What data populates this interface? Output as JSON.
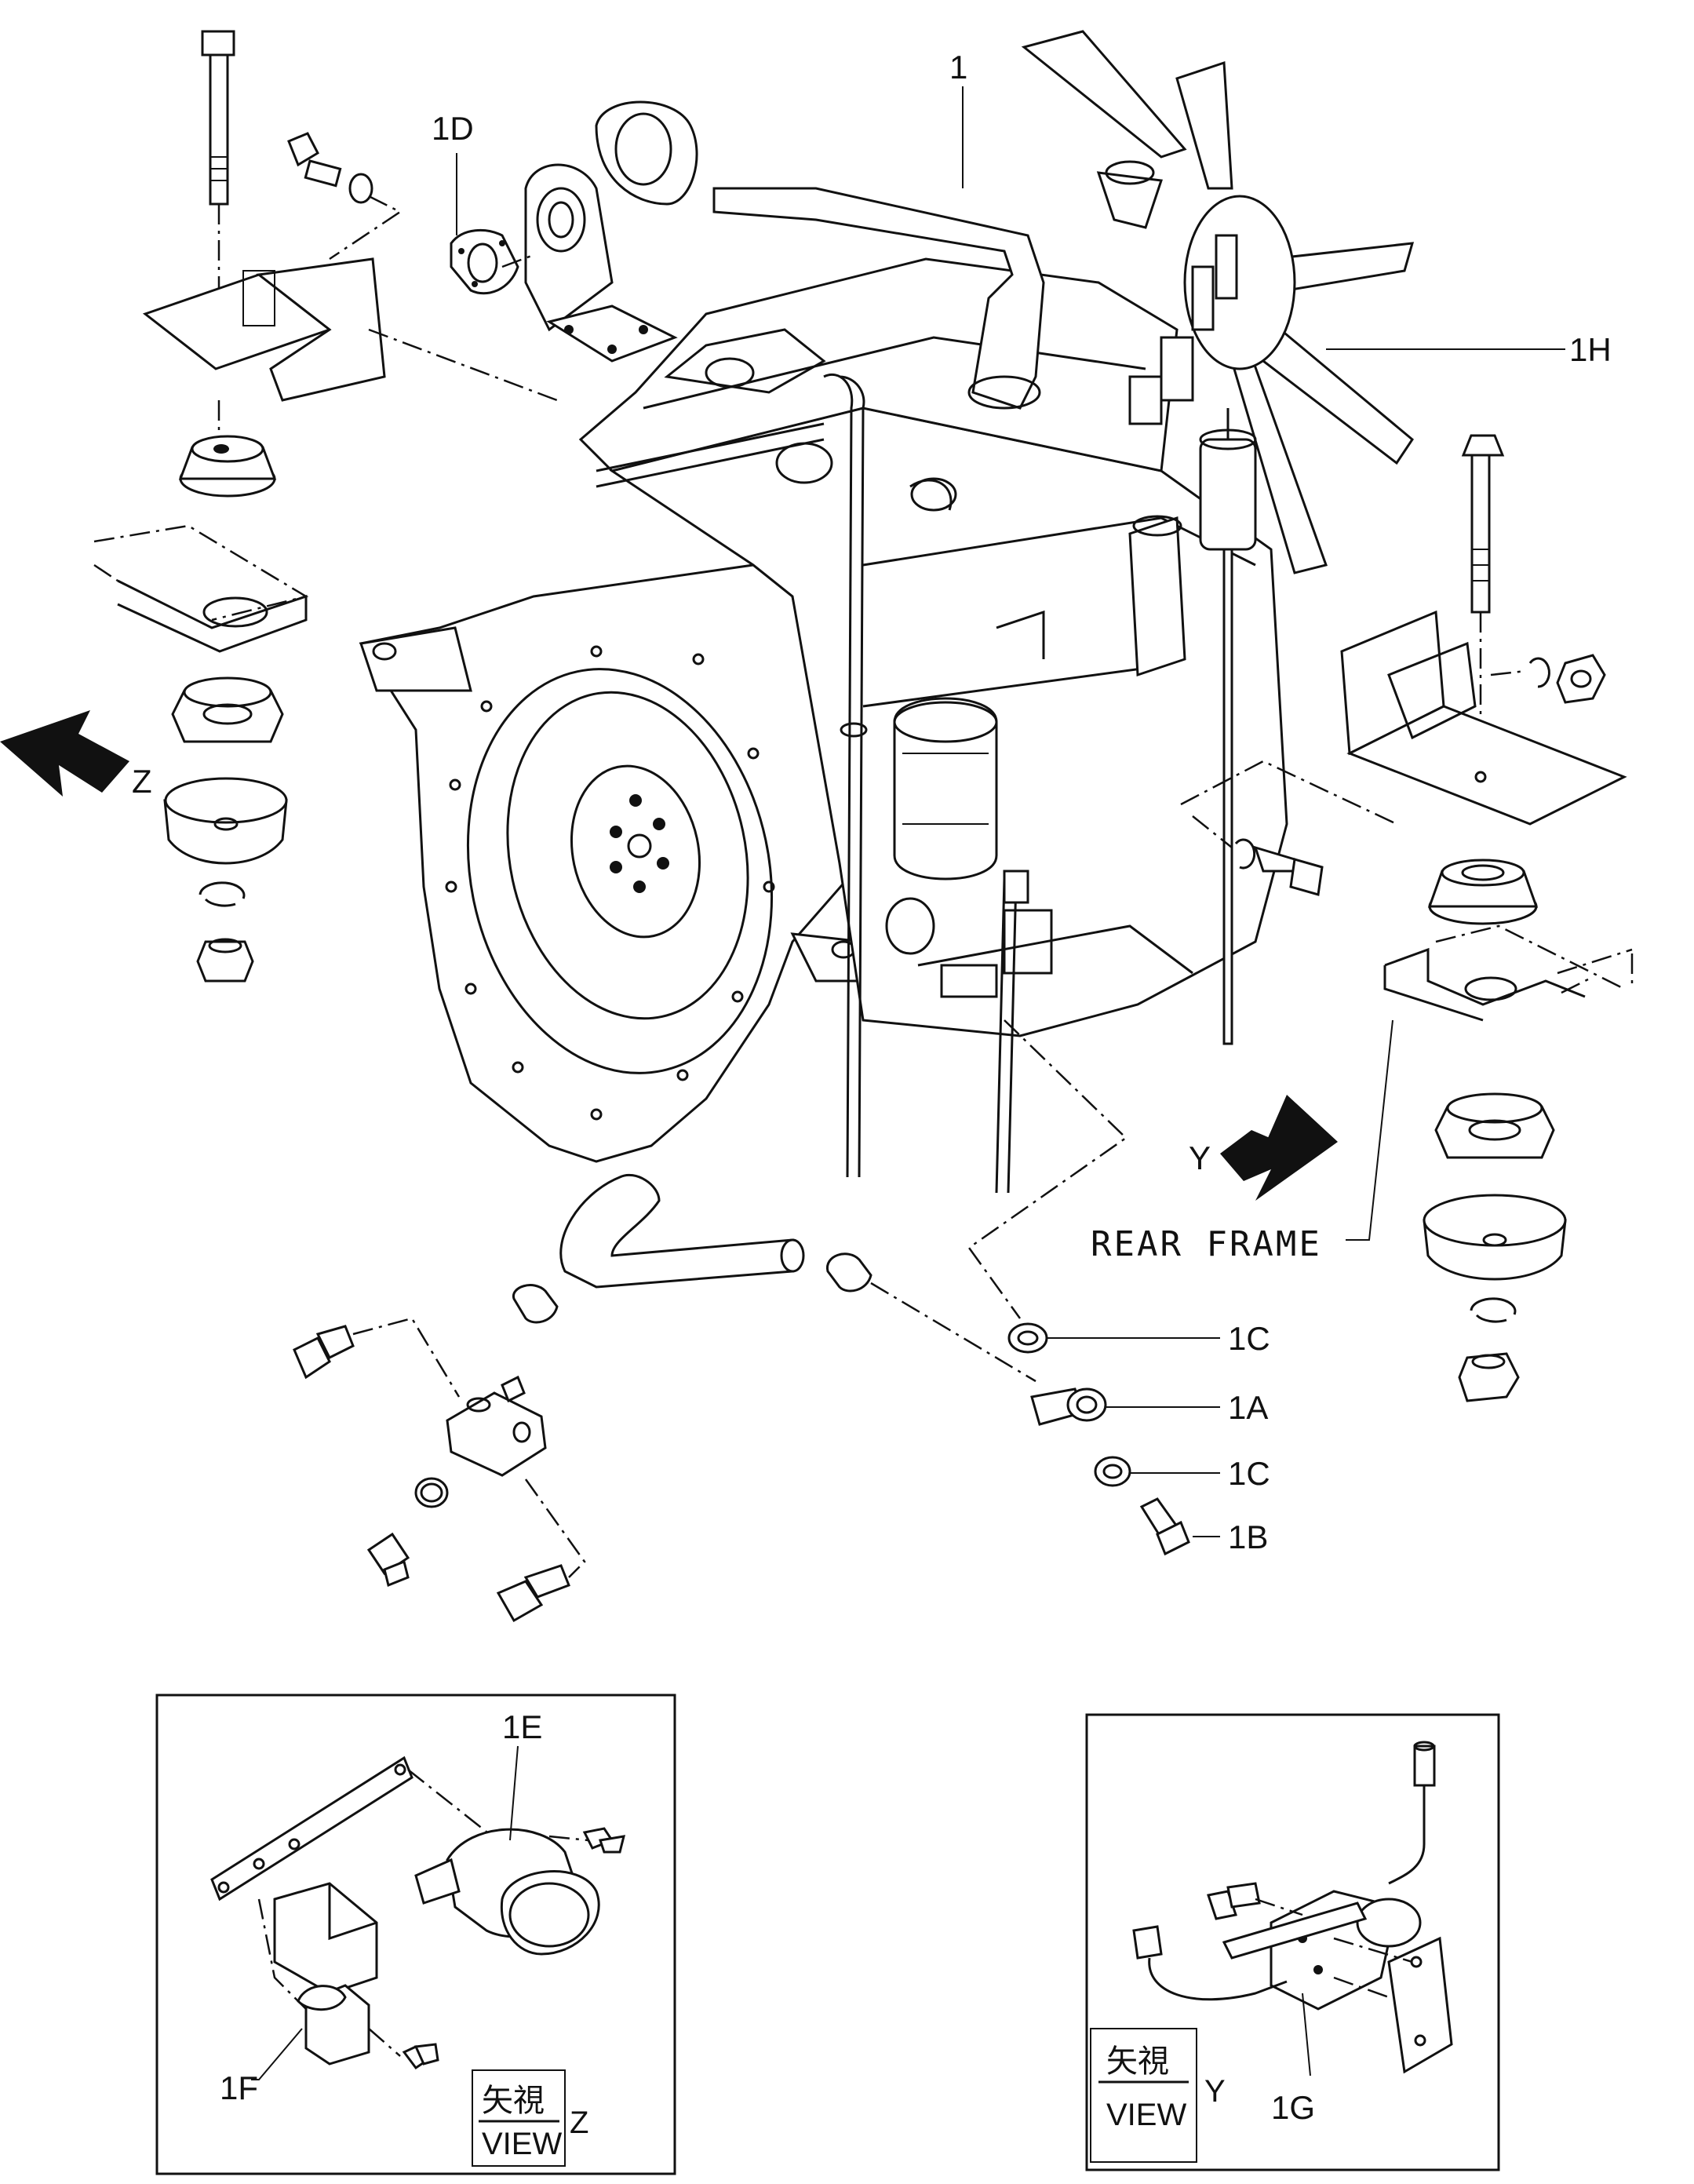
{
  "callouts": {
    "engine": "1",
    "part_1d": "1D",
    "part_1h": "1H",
    "part_1c_upper": "1C",
    "part_1a": "1A",
    "part_1c_lower": "1C",
    "part_1b": "1B",
    "part_1e": "1E",
    "part_1f": "1F",
    "part_1g": "1G"
  },
  "view_markers": {
    "arrow_z": "Z",
    "arrow_y": "Y"
  },
  "rear_frame_label": "REAR FRAME",
  "inset_z": {
    "title_jp": "矢視",
    "title_en": "VIEW",
    "letter": "Z"
  },
  "inset_y": {
    "title_jp": "矢視",
    "title_en": "VIEW",
    "letter": "Y"
  }
}
